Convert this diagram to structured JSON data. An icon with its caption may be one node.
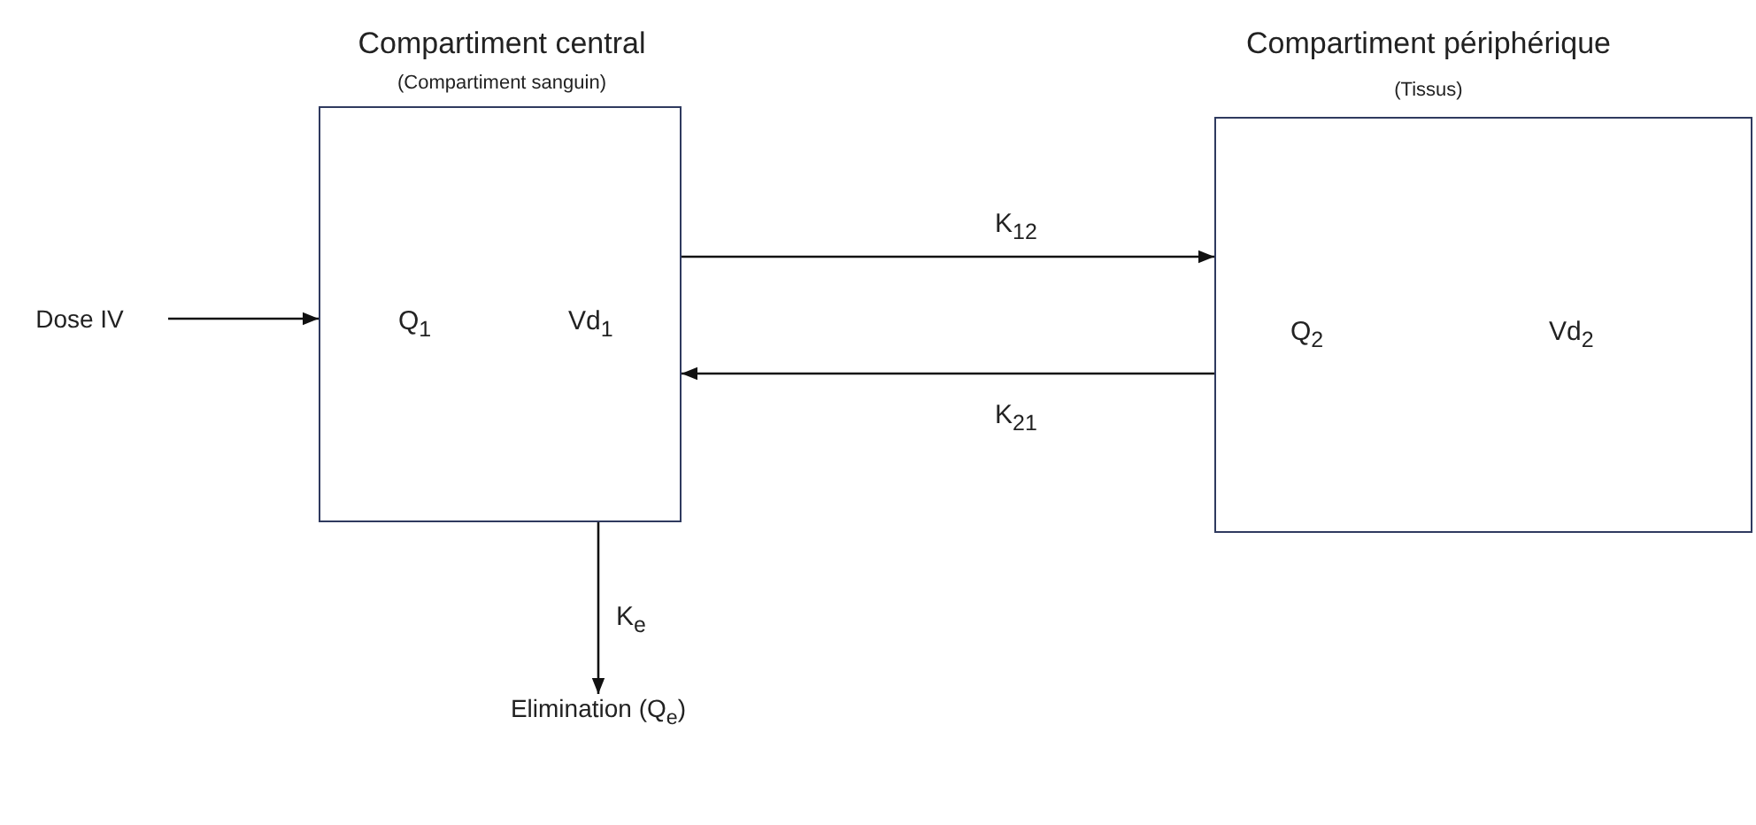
{
  "diagram": {
    "nodes": [
      {
        "text": [
          "Compartiment central",
          "(Compartiment sanguin)",
          "Q$_{1}$",
          "Vd$_{1}$"
        ]
      },
      {
        "text": [
          "Compartiment périphérique",
          "(Tissus)",
          "Q$_{2}$",
          "Vd$_{2}$"
        ]
      },
      {
        "text": [
          "Dose IV"
        ]
      },
      {
        "text": [
          "Elimination (Q$_{e}$)"
        ]
      }
    ],
    "edges": [
      {
        "from": 2,
        "to": 0,
        "arrow": "to"
      },
      {
        "from": 0,
        "to": 1,
        "arrow": "to",
        "label": "K$_{12}$"
      },
      {
        "from": 1,
        "to": 0,
        "arrow": "to",
        "label": "K$_{21}$"
      },
      {
        "from": 0,
        "to": 3,
        "arrow": "to",
        "label": "K$_{e}$"
      }
    ]
  }
}
